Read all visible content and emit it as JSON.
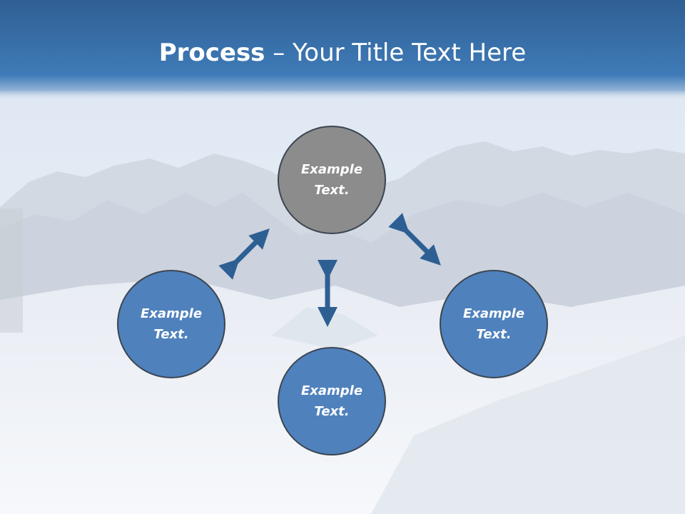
{
  "title": {
    "bold": "Process",
    "rest": " – Your Title Text Here"
  },
  "nodes": {
    "top": "Example Text.",
    "left": "Example Text.",
    "right": "Example Text.",
    "bottom": "Example Text."
  },
  "colors": {
    "title_band": "#3a6ea5",
    "node_blue": "#4f81bd",
    "node_gray": "#8c8c8c",
    "arrow": "#2e5f93"
  }
}
